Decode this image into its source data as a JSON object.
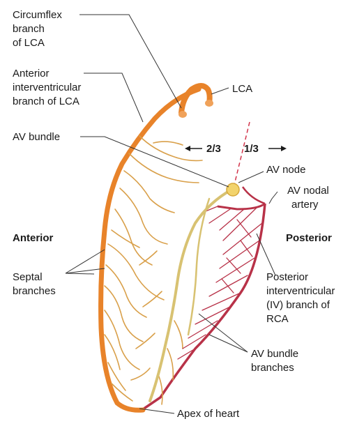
{
  "colors": {
    "coronary": "#e8832a",
    "coronary_light": "#f0a25a",
    "septal_branch": "#d9a04a",
    "av_bundle": "#d8c272",
    "av_node": "#f2d36c",
    "rca_branch": "#b83248",
    "leader": "#333333",
    "background": "#ffffff"
  },
  "labels": {
    "circumflex": [
      "Circumflex",
      "branch",
      "of LCA"
    ],
    "anterior_iv": [
      "Anterior",
      "interventricular",
      "branch of LCA"
    ],
    "lca": "LCA",
    "av_bundle": "AV bundle",
    "ratio_left": "2/3",
    "ratio_right": "1/3",
    "av_node": "AV node",
    "av_nodal_artery": [
      "AV nodal",
      "artery"
    ],
    "anterior": "Anterior",
    "posterior": "Posterior",
    "septal": [
      "Septal",
      "branches"
    ],
    "posterior_iv": [
      "Posterior",
      "interventricular",
      "(IV) branch of",
      "RCA"
    ],
    "av_bundle_branches": [
      "AV bundle",
      "branches"
    ],
    "apex": "Apex of heart"
  }
}
